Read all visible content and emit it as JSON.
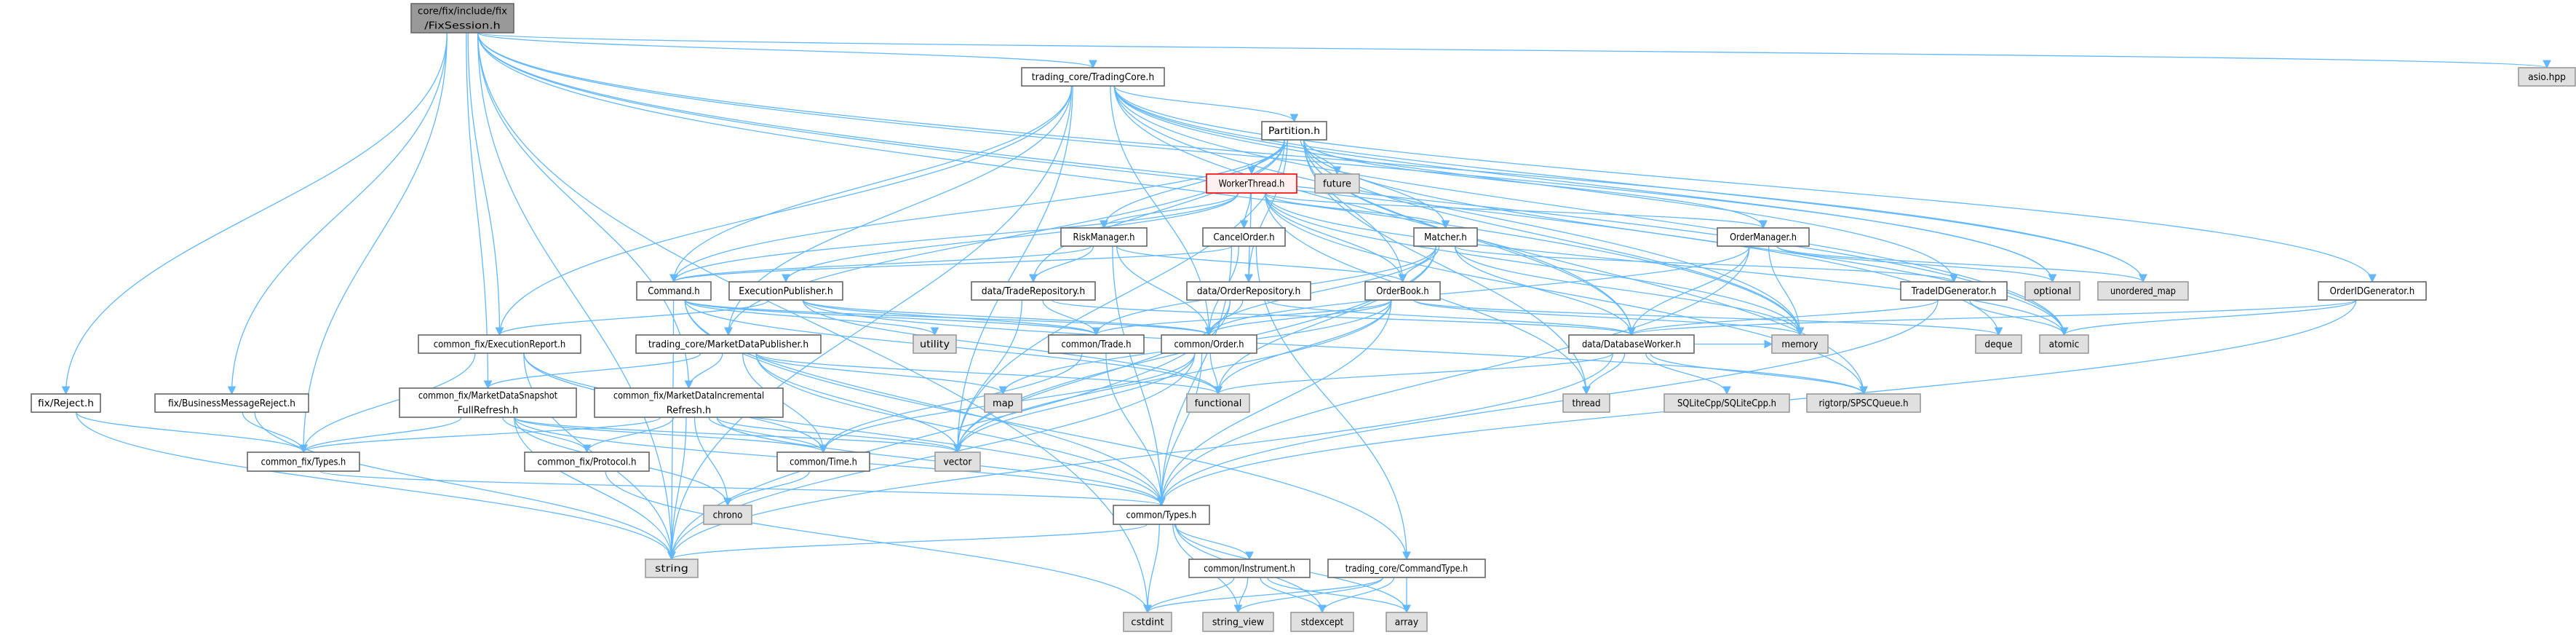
{
  "title": "core/fix/include/fix/FixSession.h",
  "colors": {
    "edge": "#63b8ff",
    "root_fill": "#999999",
    "system_fill": "#e0e0e0",
    "highlight_border": "#ff0000"
  },
  "nodes": [
    {
      "id": "fixsession",
      "lines": [
        "core/fix/include/fix",
        "/FixSession.h"
      ],
      "kind": "root"
    },
    {
      "id": "tradingcore",
      "lines": [
        "trading_core/TradingCore.h"
      ],
      "kind": "local"
    },
    {
      "id": "asio",
      "lines": [
        "asio.hpp"
      ],
      "kind": "sys"
    },
    {
      "id": "partition",
      "lines": [
        "Partition.h"
      ],
      "kind": "local"
    },
    {
      "id": "workerthread",
      "lines": [
        "WorkerThread.h"
      ],
      "kind": "hl"
    },
    {
      "id": "future",
      "lines": [
        "future"
      ],
      "kind": "sys"
    },
    {
      "id": "riskmanager",
      "lines": [
        "RiskManager.h"
      ],
      "kind": "local"
    },
    {
      "id": "cancelorder",
      "lines": [
        "CancelOrder.h"
      ],
      "kind": "local"
    },
    {
      "id": "matcher",
      "lines": [
        "Matcher.h"
      ],
      "kind": "local"
    },
    {
      "id": "ordermanager",
      "lines": [
        "OrderManager.h"
      ],
      "kind": "local"
    },
    {
      "id": "command",
      "lines": [
        "Command.h"
      ],
      "kind": "local"
    },
    {
      "id": "execpublisher",
      "lines": [
        "ExecutionPublisher.h"
      ],
      "kind": "local"
    },
    {
      "id": "traderepo",
      "lines": [
        "data/TradeRepository.h"
      ],
      "kind": "local"
    },
    {
      "id": "orderrepo",
      "lines": [
        "data/OrderRepository.h"
      ],
      "kind": "local"
    },
    {
      "id": "orderbook",
      "lines": [
        "OrderBook.h"
      ],
      "kind": "local"
    },
    {
      "id": "tradeidgen",
      "lines": [
        "TradeIDGenerator.h"
      ],
      "kind": "local"
    },
    {
      "id": "optional",
      "lines": [
        "optional"
      ],
      "kind": "sys"
    },
    {
      "id": "unordered_map",
      "lines": [
        "unordered_map"
      ],
      "kind": "sys"
    },
    {
      "id": "orderidgen",
      "lines": [
        "OrderIDGenerator.h"
      ],
      "kind": "local"
    },
    {
      "id": "execreport",
      "lines": [
        "common_fix/ExecutionReport.h"
      ],
      "kind": "local"
    },
    {
      "id": "mdpublisher",
      "lines": [
        "trading_core/MarketDataPublisher.h"
      ],
      "kind": "local"
    },
    {
      "id": "utility",
      "lines": [
        "utility"
      ],
      "kind": "sys"
    },
    {
      "id": "trade",
      "lines": [
        "common/Trade.h"
      ],
      "kind": "local"
    },
    {
      "id": "order",
      "lines": [
        "common/Order.h"
      ],
      "kind": "local"
    },
    {
      "id": "dbworker",
      "lines": [
        "data/DatabaseWorker.h"
      ],
      "kind": "local"
    },
    {
      "id": "memory",
      "lines": [
        "memory"
      ],
      "kind": "sys"
    },
    {
      "id": "deque",
      "lines": [
        "deque"
      ],
      "kind": "sys"
    },
    {
      "id": "atomic",
      "lines": [
        "atomic"
      ],
      "kind": "sys"
    },
    {
      "id": "reject",
      "lines": [
        "fix/Reject.h"
      ],
      "kind": "local"
    },
    {
      "id": "bmreject",
      "lines": [
        "fix/BusinessMessageReject.h"
      ],
      "kind": "local"
    },
    {
      "id": "mdsnapshot",
      "lines": [
        "common_fix/MarketDataSnapshot",
        "FullRefresh.h"
      ],
      "kind": "local"
    },
    {
      "id": "mdincremental",
      "lines": [
        "common_fix/MarketDataIncremental",
        "Refresh.h"
      ],
      "kind": "local"
    },
    {
      "id": "map",
      "lines": [
        "map"
      ],
      "kind": "sys"
    },
    {
      "id": "functional",
      "lines": [
        "functional"
      ],
      "kind": "sys"
    },
    {
      "id": "thread",
      "lines": [
        "thread"
      ],
      "kind": "sys"
    },
    {
      "id": "sqlitecpp",
      "lines": [
        "SQLiteCpp/SQLiteCpp.h"
      ],
      "kind": "sys"
    },
    {
      "id": "rigtorp",
      "lines": [
        "rigtorp/SPSCQueue.h"
      ],
      "kind": "sys"
    },
    {
      "id": "fixtypes",
      "lines": [
        "common_fix/Types.h"
      ],
      "kind": "local"
    },
    {
      "id": "protocol",
      "lines": [
        "common_fix/Protocol.h"
      ],
      "kind": "local"
    },
    {
      "id": "time",
      "lines": [
        "common/Time.h"
      ],
      "kind": "local"
    },
    {
      "id": "vector",
      "lines": [
        "vector"
      ],
      "kind": "sys"
    },
    {
      "id": "chrono",
      "lines": [
        "chrono"
      ],
      "kind": "sys"
    },
    {
      "id": "types",
      "lines": [
        "common/Types.h"
      ],
      "kind": "local"
    },
    {
      "id": "string",
      "lines": [
        "string"
      ],
      "kind": "sys"
    },
    {
      "id": "instrument",
      "lines": [
        "common/Instrument.h"
      ],
      "kind": "local"
    },
    {
      "id": "commandtype",
      "lines": [
        "trading_core/CommandType.h"
      ],
      "kind": "local"
    },
    {
      "id": "cstdint",
      "lines": [
        "cstdint"
      ],
      "kind": "sys"
    },
    {
      "id": "string_view",
      "lines": [
        "string_view"
      ],
      "kind": "sys"
    },
    {
      "id": "stdexcept",
      "lines": [
        "stdexcept"
      ],
      "kind": "sys"
    },
    {
      "id": "array",
      "lines": [
        "array"
      ],
      "kind": "sys"
    }
  ],
  "edges": [
    [
      "fixsession",
      "tradingcore"
    ],
    [
      "fixsession",
      "asio"
    ],
    [
      "fixsession",
      "reject"
    ],
    [
      "fixsession",
      "bmreject"
    ],
    [
      "fixsession",
      "execreport"
    ],
    [
      "fixsession",
      "mdsnapshot"
    ],
    [
      "fixsession",
      "mdincremental"
    ],
    [
      "fixsession",
      "string"
    ],
    [
      "fixsession",
      "cstdint"
    ],
    [
      "fixsession",
      "memory"
    ],
    [
      "fixsession",
      "unordered_map"
    ],
    [
      "fixsession",
      "atomic"
    ],
    [
      "fixsession",
      "optional"
    ],
    [
      "fixsession",
      "deque"
    ],
    [
      "fixsession",
      "fixtypes"
    ],
    [
      "tradingcore",
      "partition"
    ],
    [
      "tradingcore",
      "command"
    ],
    [
      "tradingcore",
      "execreport"
    ],
    [
      "tradingcore",
      "mdpublisher"
    ],
    [
      "tradingcore",
      "order"
    ],
    [
      "tradingcore",
      "tradeidgen"
    ],
    [
      "tradingcore",
      "orderidgen"
    ],
    [
      "tradingcore",
      "dbworker"
    ],
    [
      "tradingcore",
      "memory"
    ],
    [
      "tradingcore",
      "unordered_map"
    ],
    [
      "tradingcore",
      "optional"
    ],
    [
      "tradingcore",
      "atomic"
    ],
    [
      "tradingcore",
      "vector"
    ],
    [
      "tradingcore",
      "string"
    ],
    [
      "partition",
      "workerthread"
    ],
    [
      "partition",
      "future"
    ],
    [
      "partition",
      "riskmanager"
    ],
    [
      "partition",
      "matcher"
    ],
    [
      "partition",
      "ordermanager"
    ],
    [
      "partition",
      "orderbook"
    ],
    [
      "partition",
      "traderepo"
    ],
    [
      "partition",
      "orderrepo"
    ],
    [
      "partition",
      "command"
    ],
    [
      "partition",
      "mdpublisher"
    ],
    [
      "partition",
      "dbworker"
    ],
    [
      "partition",
      "memory"
    ],
    [
      "partition",
      "rigtorp"
    ],
    [
      "partition",
      "vector"
    ],
    [
      "partition",
      "atomic"
    ],
    [
      "partition",
      "thread"
    ],
    [
      "workerthread",
      "cancelorder"
    ],
    [
      "workerthread",
      "riskmanager"
    ],
    [
      "workerthread",
      "orderrepo"
    ],
    [
      "workerthread",
      "command"
    ],
    [
      "workerthread",
      "execpublisher"
    ],
    [
      "workerthread",
      "matcher"
    ],
    [
      "workerthread",
      "orderbook"
    ],
    [
      "workerthread",
      "ordermanager"
    ],
    [
      "workerthread",
      "rigtorp"
    ],
    [
      "workerthread",
      "thread"
    ],
    [
      "workerthread",
      "memory"
    ],
    [
      "workerthread",
      "atomic"
    ],
    [
      "riskmanager",
      "traderepo"
    ],
    [
      "riskmanager",
      "orderbook"
    ],
    [
      "riskmanager",
      "order"
    ],
    [
      "riskmanager",
      "types"
    ],
    [
      "riskmanager",
      "command"
    ],
    [
      "cancelorder",
      "command"
    ],
    [
      "cancelorder",
      "order"
    ],
    [
      "cancelorder",
      "commandtype"
    ],
    [
      "cancelorder",
      "types"
    ],
    [
      "matcher",
      "orderbook"
    ],
    [
      "matcher",
      "tradeidgen"
    ],
    [
      "matcher",
      "dbworker"
    ],
    [
      "matcher",
      "trade"
    ],
    [
      "matcher",
      "order"
    ],
    [
      "matcher",
      "memory"
    ],
    [
      "matcher",
      "vector"
    ],
    [
      "matcher",
      "functional"
    ],
    [
      "ordermanager",
      "order"
    ],
    [
      "ordermanager",
      "optional"
    ],
    [
      "ordermanager",
      "unordered_map"
    ],
    [
      "ordermanager",
      "memory"
    ],
    [
      "ordermanager",
      "types"
    ],
    [
      "ordermanager",
      "dbworker"
    ],
    [
      "orderbook",
      "order"
    ],
    [
      "orderbook",
      "trade"
    ],
    [
      "orderbook",
      "map"
    ],
    [
      "orderbook",
      "memory"
    ],
    [
      "orderbook",
      "vector"
    ],
    [
      "orderbook",
      "functional"
    ],
    [
      "orderbook",
      "types"
    ],
    [
      "orderbook",
      "deque"
    ],
    [
      "tradeidgen",
      "atomic"
    ],
    [
      "tradeidgen",
      "types"
    ],
    [
      "tradeidgen",
      "dbworker"
    ],
    [
      "orderidgen",
      "atomic"
    ],
    [
      "orderidgen",
      "types"
    ],
    [
      "orderidgen",
      "dbworker"
    ],
    [
      "command",
      "order"
    ],
    [
      "command",
      "trade"
    ],
    [
      "command",
      "commandtype"
    ],
    [
      "command",
      "types"
    ],
    [
      "command",
      "utility"
    ],
    [
      "command",
      "string"
    ],
    [
      "command",
      "functional"
    ],
    [
      "execpublisher",
      "execreport"
    ],
    [
      "execpublisher",
      "trade"
    ],
    [
      "execpublisher",
      "order"
    ],
    [
      "execpublisher",
      "functional"
    ],
    [
      "execpublisher",
      "rigtorp"
    ],
    [
      "traderepo",
      "trade"
    ],
    [
      "traderepo",
      "dbworker"
    ],
    [
      "traderepo",
      "vector"
    ],
    [
      "orderrepo",
      "order"
    ],
    [
      "orderrepo",
      "dbworker"
    ],
    [
      "orderrepo",
      "vector"
    ],
    [
      "orderrepo",
      "string"
    ],
    [
      "execreport",
      "fixtypes"
    ],
    [
      "execreport",
      "types"
    ],
    [
      "execreport",
      "time"
    ],
    [
      "execreport",
      "string"
    ],
    [
      "mdpublisher",
      "mdsnapshot"
    ],
    [
      "mdpublisher",
      "mdincremental"
    ],
    [
      "mdpublisher",
      "map"
    ],
    [
      "mdpublisher",
      "vector"
    ],
    [
      "mdpublisher",
      "time"
    ],
    [
      "mdpublisher",
      "types"
    ],
    [
      "mdpublisher",
      "functional"
    ],
    [
      "mdsnapshot",
      "fixtypes"
    ],
    [
      "mdsnapshot",
      "protocol"
    ],
    [
      "mdsnapshot",
      "time"
    ],
    [
      "mdsnapshot",
      "types"
    ],
    [
      "mdsnapshot",
      "string"
    ],
    [
      "mdsnapshot",
      "vector"
    ],
    [
      "mdsnapshot",
      "chrono"
    ],
    [
      "mdincremental",
      "fixtypes"
    ],
    [
      "mdincremental",
      "protocol"
    ],
    [
      "mdincremental",
      "time"
    ],
    [
      "mdincremental",
      "vector"
    ],
    [
      "mdincremental",
      "chrono"
    ],
    [
      "mdincremental",
      "string"
    ],
    [
      "mdincremental",
      "types"
    ],
    [
      "reject",
      "fixtypes"
    ],
    [
      "reject",
      "string"
    ],
    [
      "bmreject",
      "fixtypes"
    ],
    [
      "bmreject",
      "string"
    ],
    [
      "fixtypes",
      "types"
    ],
    [
      "protocol",
      "cstdint"
    ],
    [
      "trade",
      "types"
    ],
    [
      "trade",
      "time"
    ],
    [
      "order",
      "types"
    ],
    [
      "order",
      "time"
    ],
    [
      "order",
      "functional"
    ],
    [
      "order",
      "vector"
    ],
    [
      "order",
      "string"
    ],
    [
      "time",
      "chrono"
    ],
    [
      "types",
      "string"
    ],
    [
      "types",
      "cstdint"
    ],
    [
      "types",
      "instrument"
    ],
    [
      "types",
      "array"
    ],
    [
      "types",
      "stdexcept"
    ],
    [
      "types",
      "string_view"
    ],
    [
      "instrument",
      "cstdint"
    ],
    [
      "instrument",
      "string_view"
    ],
    [
      "instrument",
      "stdexcept"
    ],
    [
      "instrument",
      "array"
    ],
    [
      "commandtype",
      "cstdint"
    ],
    [
      "commandtype",
      "string_view"
    ],
    [
      "commandtype",
      "stdexcept"
    ],
    [
      "commandtype",
      "array"
    ],
    [
      "dbworker",
      "thread"
    ],
    [
      "dbworker",
      "sqlitecpp"
    ],
    [
      "dbworker",
      "rigtorp"
    ],
    [
      "dbworker",
      "functional"
    ],
    [
      "dbworker",
      "memory"
    ],
    [
      "dbworker",
      "string"
    ]
  ]
}
